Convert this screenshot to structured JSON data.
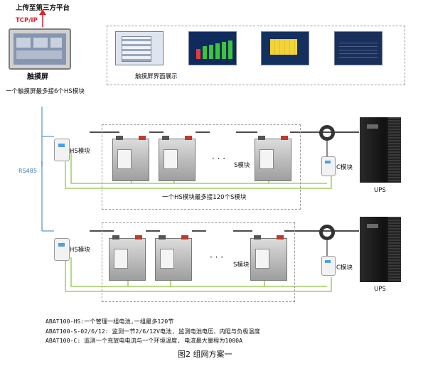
{
  "touch": {
    "upload_label": "上传至第三方平台",
    "protocol_label": "TCP/IP",
    "name": "触摸屏",
    "limit_note": "一个触摸屏最多接6个HS模块"
  },
  "screens": {
    "caption": "触摸屏界面展示"
  },
  "bus": {
    "label": "RS485"
  },
  "group": {
    "hs_label": "HS模块",
    "s_label": "S模块",
    "c_label": "C模块",
    "ups_label": "UPS",
    "limit_note": "一个HS模块最多接120个S模块"
  },
  "notes": {
    "line1": "ABAT100-HS:一个管理一组电池,一组最多120节",
    "line2": "ABAT100-S-02/6/12: 监测一节2/6/12V电池, 监测电池电压、内阻与负极温度",
    "line3": "ABAT100-C: 监测一个充放电电流与一个环境温度, 电流最大量程为1000A"
  },
  "figure": {
    "caption": "图2 组网方案一"
  },
  "colors": {
    "rs485_line": "#5b9bd5",
    "sense_line": "#8dc63f",
    "power_line": "#111111",
    "tcp_text": "#d9232d",
    "rs485_text": "#3a78c9"
  }
}
